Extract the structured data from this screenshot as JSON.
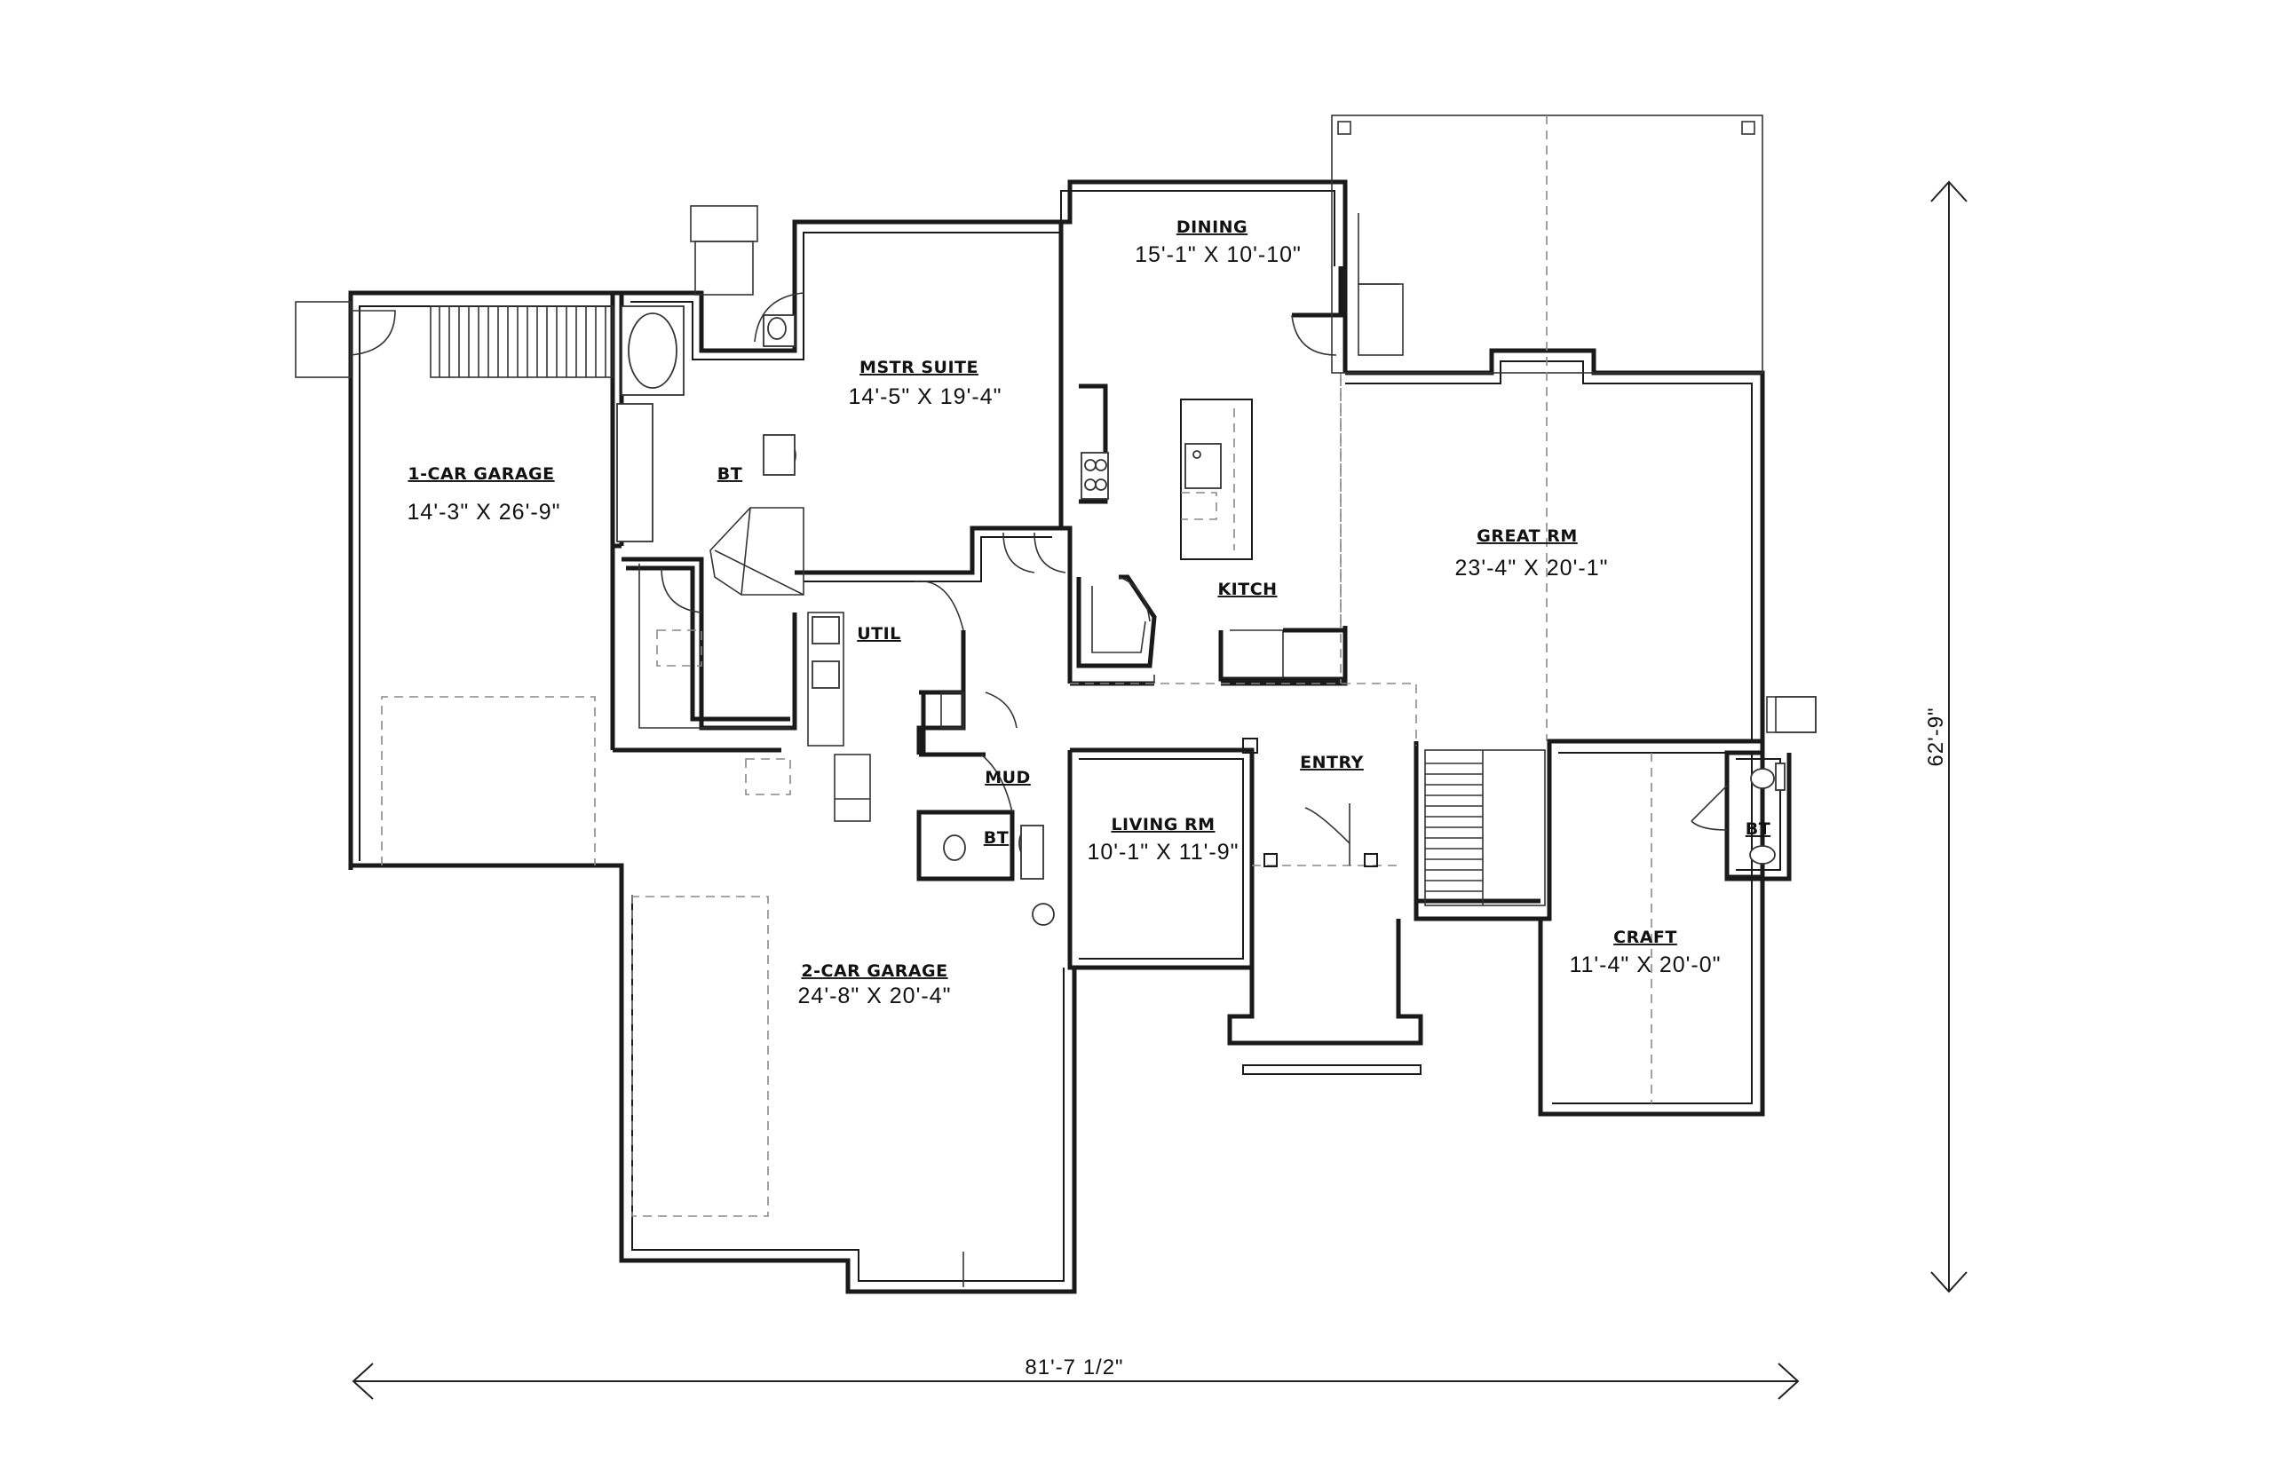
{
  "rooms": {
    "garage1": {
      "name": "1-CAR GARAGE",
      "size": "14'-3\" X 26'-9\""
    },
    "master": {
      "name": "MSTR SUITE",
      "size": "14'-5\" X 19'-4\""
    },
    "bath_master": {
      "name": "BT"
    },
    "dining": {
      "name": "DINING",
      "size": "15'-1\" X 10'-10\""
    },
    "kitchen": {
      "name": "KITCH"
    },
    "great": {
      "name": "GREAT RM",
      "size": "23'-4\" X 20'-1\""
    },
    "util": {
      "name": "UTIL"
    },
    "mud": {
      "name": "MUD"
    },
    "bath_mud": {
      "name": "BT"
    },
    "entry": {
      "name": "ENTRY"
    },
    "living": {
      "name": "LIVING RM",
      "size": "10'-1\" X 11'-9\""
    },
    "garage2": {
      "name": "2-CAR GARAGE",
      "size": "24'-8\" X 20'-4\""
    },
    "craft": {
      "name": "CRAFT",
      "size": "11'-4\" X 20'-0\""
    },
    "bath_craft": {
      "name": "BT"
    }
  },
  "dimensions": {
    "width": "81'-7 1/2\"",
    "depth": "62'-9\""
  }
}
